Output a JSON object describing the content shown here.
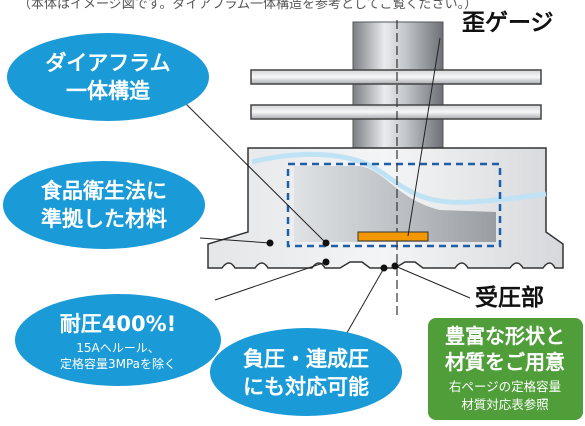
{
  "top_note": "（本体はイメージ図です。ダイアフラム一体構造を参考としてご覧ください。）",
  "labels": {
    "strain_gauge": "歪ゲージ",
    "pressure_receiver": "受圧部"
  },
  "bubbles": {
    "diaphragm": [
      "ダイアフラム",
      "一体構造"
    ],
    "food_sanitation": [
      "食品衛生法に",
      "準拠した材料"
    ],
    "pressure_resistance": {
      "title": "耐圧400%!",
      "sub": [
        "15Aヘルール、",
        "定格容量3MPaを除く"
      ]
    },
    "negative_pressure": [
      "負圧・連成圧",
      "にも対応可能"
    ]
  },
  "green_box": {
    "title": [
      "豊富な形状と",
      "材質をご用意"
    ],
    "sub": [
      "右ページの定格容量",
      "材質対応表参照"
    ]
  },
  "colors": {
    "bubble_blue": "#1a9bd7",
    "green": "#4f9e3a",
    "orange_gauge": "#f39800",
    "dashed_blue": "#1f5fa8"
  }
}
